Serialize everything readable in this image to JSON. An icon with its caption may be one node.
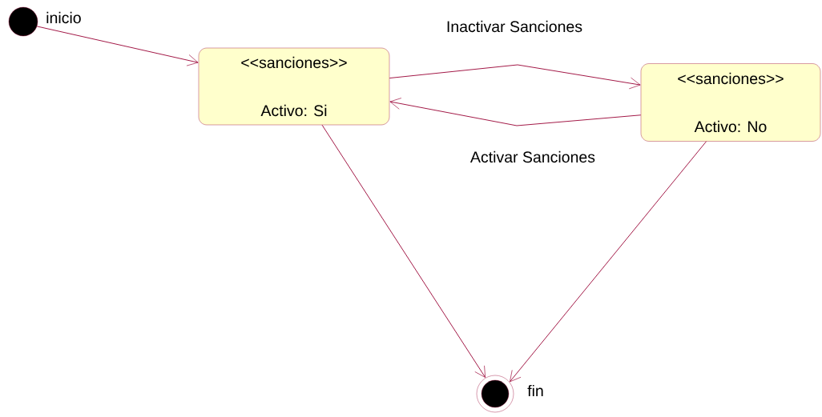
{
  "diagram": {
    "nodes": [
      {
        "text": [],
        "shape": "circle",
        "beside": [
          "inicio"
        ]
      },
      {
        "text": [
          "<<sanciones>>",
          "Activo: Si"
        ]
      },
      {
        "text": [
          "<<sanciones>>",
          "Activo: No"
        ]
      },
      {
        "text": [],
        "shape": "circle",
        "beside": [
          "fin"
        ]
      }
    ],
    "edges": [
      {
        "from": 0,
        "to": 1,
        "arrow": "to"
      },
      {
        "from": 1,
        "to": 2,
        "arrow": "to",
        "label": "Inactivar Sanciones"
      },
      {
        "from": 2,
        "to": 1,
        "arrow": "to",
        "label": "Activar Sanciones"
      },
      {
        "from": 1,
        "to": 3,
        "arrow": "to"
      },
      {
        "from": 2,
        "to": 3,
        "arrow": "to"
      }
    ]
  }
}
